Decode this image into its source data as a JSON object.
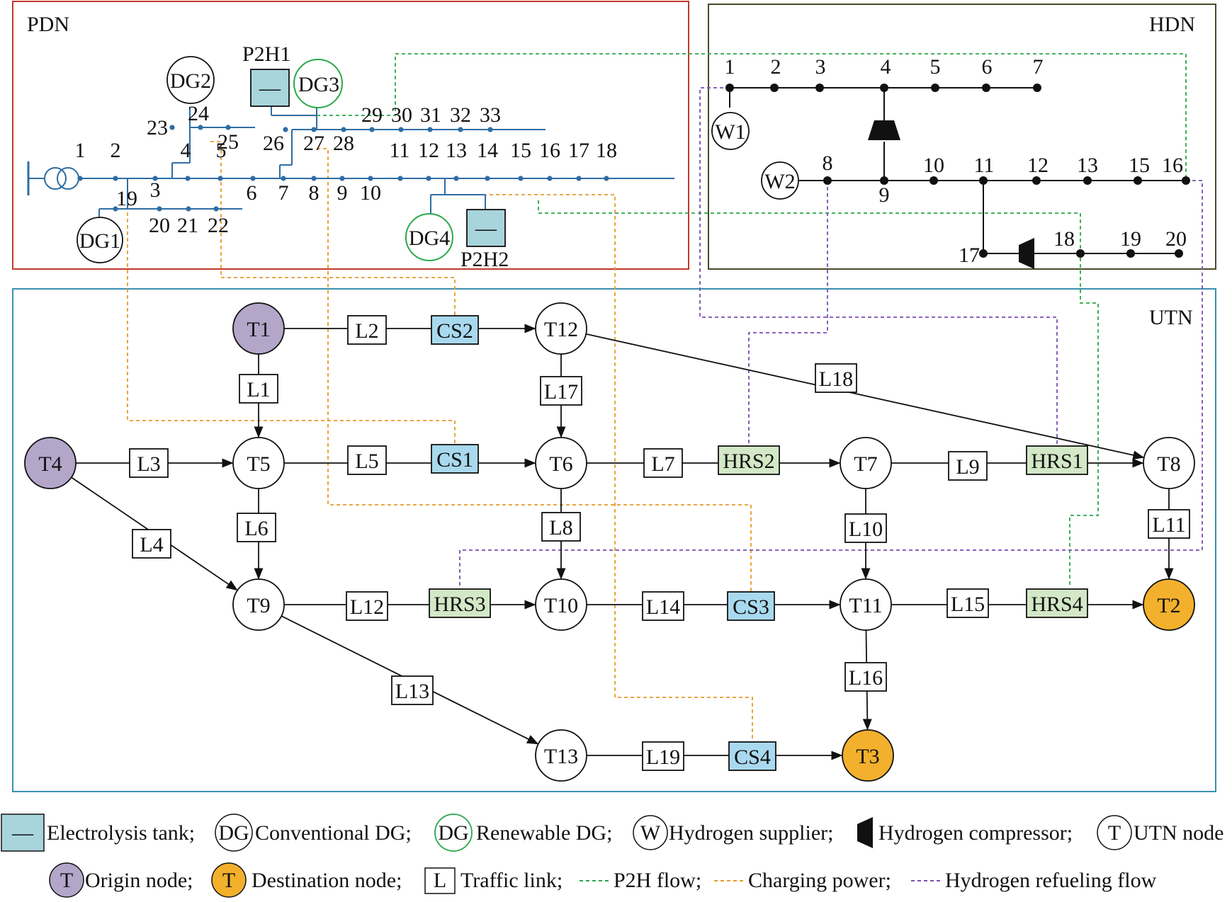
{
  "regions": {
    "pdn": {
      "label": "PDN",
      "color": "#c0392b"
    },
    "hdn": {
      "label": "HDN",
      "color": "#4a4a2a"
    },
    "utn": {
      "label": "UTN",
      "color": "#3a8fb0"
    }
  },
  "colors": {
    "bus": "#2e6da4",
    "p2h": "#2aa84a",
    "charging": "#e89a2a",
    "hydrogen": "#7b4fb0",
    "origin": "#b3a6c9",
    "destination": "#f2b02c",
    "cs": "#a9d9ee",
    "hrs": "#d3e8c6",
    "tank": "#a8d4dc"
  },
  "pdn": {
    "bus_labels": [
      "1",
      "2",
      "3",
      "4",
      "5",
      "6",
      "7",
      "8",
      "9",
      "10",
      "11",
      "12",
      "13",
      "14",
      "15",
      "16",
      "17",
      "18",
      "19",
      "20",
      "21",
      "22",
      "23",
      "24",
      "25",
      "26",
      "27",
      "28",
      "29",
      "30",
      "31",
      "32",
      "33"
    ],
    "conventional_dg": [
      "DG1",
      "DG2"
    ],
    "renewable_dg": [
      "DG3",
      "DG4"
    ],
    "p2h": [
      "P2H1",
      "P2H2"
    ],
    "tank_symbol": "—"
  },
  "hdn": {
    "node_labels": [
      "1",
      "2",
      "3",
      "4",
      "5",
      "6",
      "7",
      "8",
      "9",
      "10",
      "11",
      "12",
      "13",
      "15",
      "16",
      "17",
      "18",
      "19",
      "20"
    ],
    "suppliers": [
      "W1",
      "W2"
    ]
  },
  "utn": {
    "origin_nodes": [
      "T1",
      "T4"
    ],
    "destination_nodes": [
      "T2",
      "T3"
    ],
    "plain_nodes": [
      "T5",
      "T6",
      "T7",
      "T8",
      "T9",
      "T10",
      "T11",
      "T12",
      "T13"
    ],
    "links": [
      "L1",
      "L2",
      "L3",
      "L4",
      "L5",
      "L6",
      "L7",
      "L8",
      "L9",
      "L10",
      "L11",
      "L12",
      "L13",
      "L14",
      "L15",
      "L16",
      "L17",
      "L18",
      "L19"
    ],
    "charging_stations": [
      "CS1",
      "CS2",
      "CS3",
      "CS4"
    ],
    "hrs": [
      "HRS1",
      "HRS2",
      "HRS3",
      "HRS4"
    ]
  },
  "legend": {
    "row1": [
      {
        "symbol": "—",
        "text": "Electrolysis tank;"
      },
      {
        "symbol": "DG",
        "text": "Conventional DG;"
      },
      {
        "symbol": "DG",
        "text": "Renewable DG;"
      },
      {
        "symbol": "W",
        "text": "Hydrogen supplier;"
      },
      {
        "symbol": "",
        "text": "Hydrogen compressor;"
      },
      {
        "symbol": "T",
        "text": "UTN node"
      }
    ],
    "row2": [
      {
        "symbol": "T",
        "text": "Origin node;"
      },
      {
        "symbol": "T",
        "text": "Destination node;"
      },
      {
        "symbol": "L",
        "text": "Traffic link;"
      },
      {
        "symbol": "",
        "text": "P2H flow;"
      },
      {
        "symbol": "",
        "text": "Charging power;"
      },
      {
        "symbol": "",
        "text": "Hydrogen refueling flow"
      }
    ]
  }
}
